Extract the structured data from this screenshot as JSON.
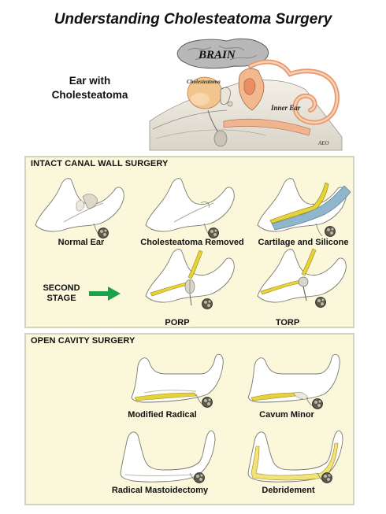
{
  "title": "Understanding Cholesteatoma Surgery",
  "hero": {
    "label": "Ear with Cholesteatoma",
    "brain": "BRAIN",
    "cholesteatoma": "Cholesteatoma",
    "inner_ear": "Inner Ear",
    "signature": "AEO"
  },
  "intact": {
    "title": "INTACT CANAL WALL SURGERY",
    "second_stage": "SECOND STAGE",
    "arrow_color": "#1aa34a",
    "items": [
      "Normal Ear",
      "Cholesteatoma Removed",
      "Cartilage and Silicone",
      "PORP",
      "TORP"
    ]
  },
  "open": {
    "title": "OPEN CAVITY SURGERY",
    "items": [
      "Modified Radical",
      "Cavum Minor",
      "Radical Mastoidectomy",
      "Debridement"
    ]
  },
  "colors": {
    "panel_bg": "#faf7da",
    "panel_border": "#d6d2c2",
    "cartilage": "#e8d23a",
    "silicone": "#8fb6cc",
    "cholesteatoma": "#f2c98f",
    "brain": "#b5b5b5",
    "inner_ear": "#f0a070"
  }
}
